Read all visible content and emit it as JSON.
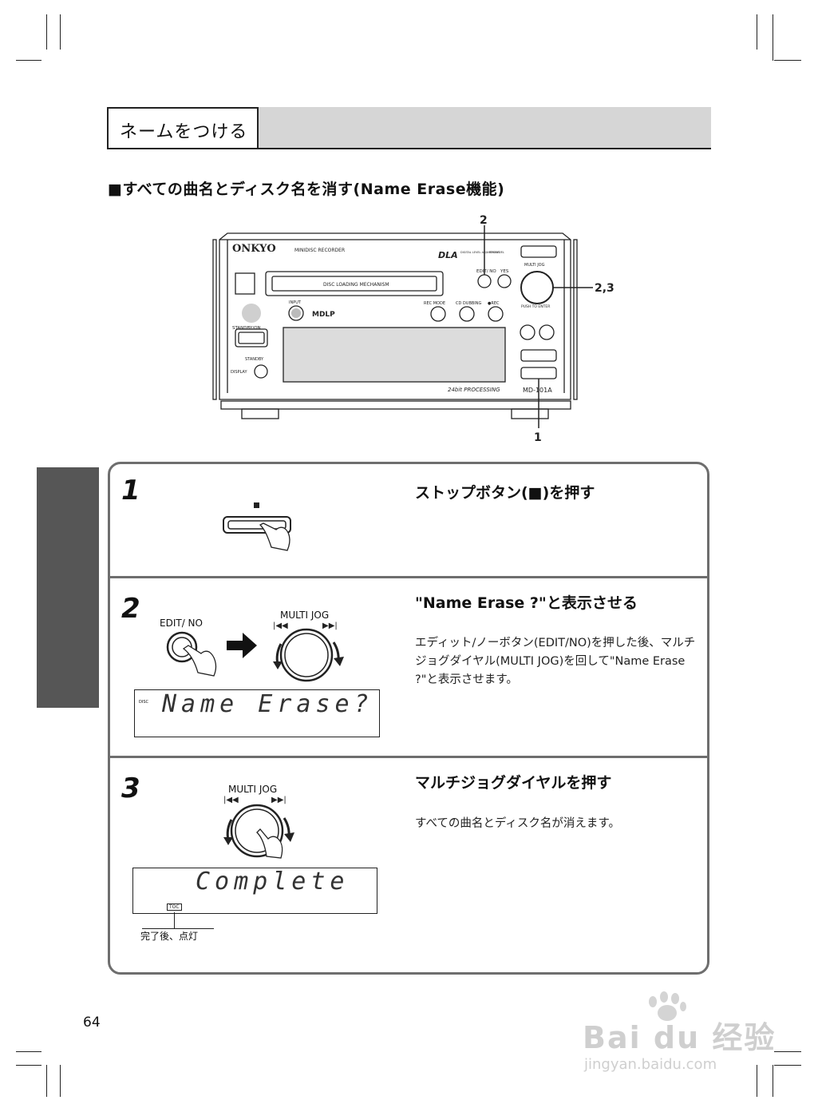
{
  "section": {
    "title": "ネームをつける"
  },
  "subheading": "■すべての曲名とディスク名を消す(Name Erase機能)",
  "device": {
    "brand": "ONKYO",
    "model_type": "MINIDISC RECORDER",
    "dla": "DLA",
    "dla_sub": "DIGITAL LEVEL ADJUSTMENT",
    "rec_level": "REC LEVEL",
    "edit_no": "EDIT/ NO",
    "yes": "YES",
    "multi_jog": "MULTI JOG",
    "push_to_enter": "PUSH TO ENTER",
    "slot": "DISC LOADING MECHANISM",
    "input": "INPUT",
    "mdlp": "MDLP",
    "rec_mode": "REC MODE",
    "cd_dubbing": "CD DUBBING",
    "rec": "●REC",
    "standby_on": "STANDBY/ON",
    "standby": "STANDBY",
    "display": "DISPLAY",
    "processing": "24bit PROCESSING",
    "model": "MD-101A",
    "callout_top": "2",
    "callout_right": "2,3",
    "callout_bottom": "1"
  },
  "steps": [
    {
      "num": "1",
      "title": "ストップボタン(■)を押す",
      "desc": ""
    },
    {
      "num": "2",
      "title": "\"Name Erase ?\"と表示させる",
      "desc": "エディット/ノーボタン(EDIT/NO)を押した後、マルチジョグダイヤル(MULTI JOG)を回して\"Name Erase ?\"と表示させます。",
      "button_label": "EDIT/ NO",
      "jog_label": "MULTI JOG",
      "lcd_indicator": "DISC",
      "lcd_text": "Name Erase?"
    },
    {
      "num": "3",
      "title": "マルチジョグダイヤルを押す",
      "desc": "すべての曲名とディスク名が消えます。",
      "jog_label": "MULTI JOG",
      "lcd_text": "Complete",
      "lcd_indicator": "TOC",
      "note": "完了後、点灯"
    }
  ],
  "page_number": "64",
  "watermark": {
    "line1": "Bai du 经验",
    "line2": "jingyan.baidu.com"
  }
}
